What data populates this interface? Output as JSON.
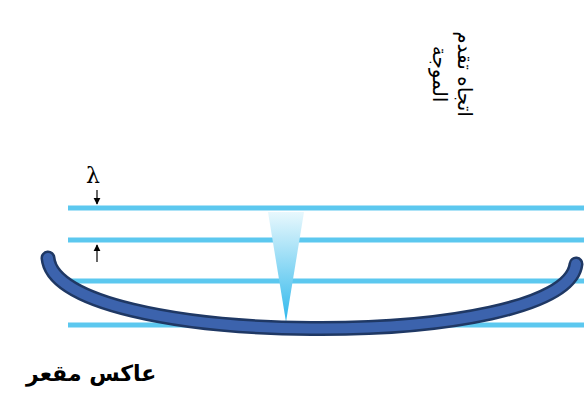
{
  "diagram": {
    "labels": [
      "λ",
      "اتجاه تقدم الموجة",
      "عاكس مقعر"
    ]
  }
}
